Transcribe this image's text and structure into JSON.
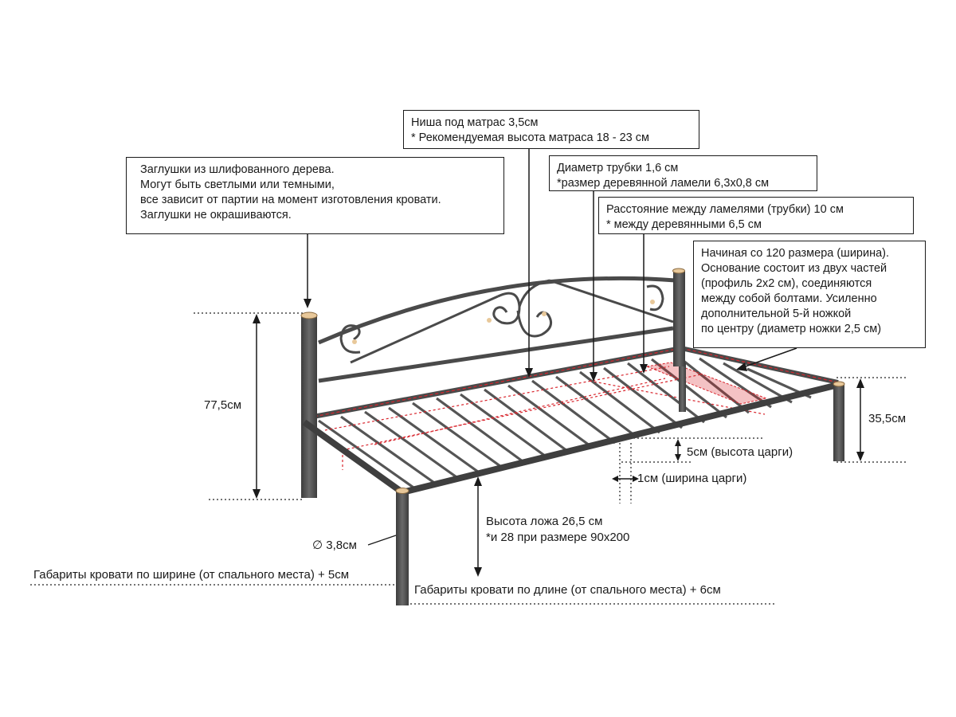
{
  "callouts": {
    "niche": {
      "lines": [
        "Ниша под матрас 3,5см",
        "* Рекомендуемая высота матраса 18 - 23 см"
      ]
    },
    "caps": {
      "lines": [
        "Заглушки из шлифованного дерева.",
        "Могут быть светлыми или темными,",
        "все зависит от партии на момент изготовления кровати.",
        "Заглушки не окрашиваются."
      ]
    },
    "tube": {
      "lines": [
        "Диаметр трубки 1,6 см",
        "*размер деревянной ламели 6,3х0,8 см"
      ]
    },
    "spacing": {
      "lines": [
        "Расстояние между ламелями (трубки) 10 см",
        "* между деревянными 6,5 см"
      ]
    },
    "base": {
      "lines": [
        "Начиная со 120 размера (ширина).",
        "Основание состоит из двух частей",
        "(профиль 2х2 см), соединяются",
        "между собой болтами. Усиленно",
        "дополнительной 5-й ножкой",
        "по центру (диаметр ножки 2,5 см)"
      ]
    }
  },
  "dimensions": {
    "total_height": "77,5см",
    "foot_height": "35,5см",
    "rail_height": "5см (высота царги)",
    "rail_width": "1см (ширина царги)",
    "bed_height_line1": "Высота ложа 26,5 см",
    "bed_height_line2": "*и 28 при размере 90х200",
    "leg_diameter": "∅ 3,8см",
    "width_note": "Габариты кровати по ширине (от спального места) + 5см",
    "length_note": "Габариты кровати по длине (от спального места) + 6см"
  },
  "colors": {
    "frame": "#4a4a4a",
    "wood_cap": "#e8c89a",
    "highlight": "#d8242c"
  }
}
